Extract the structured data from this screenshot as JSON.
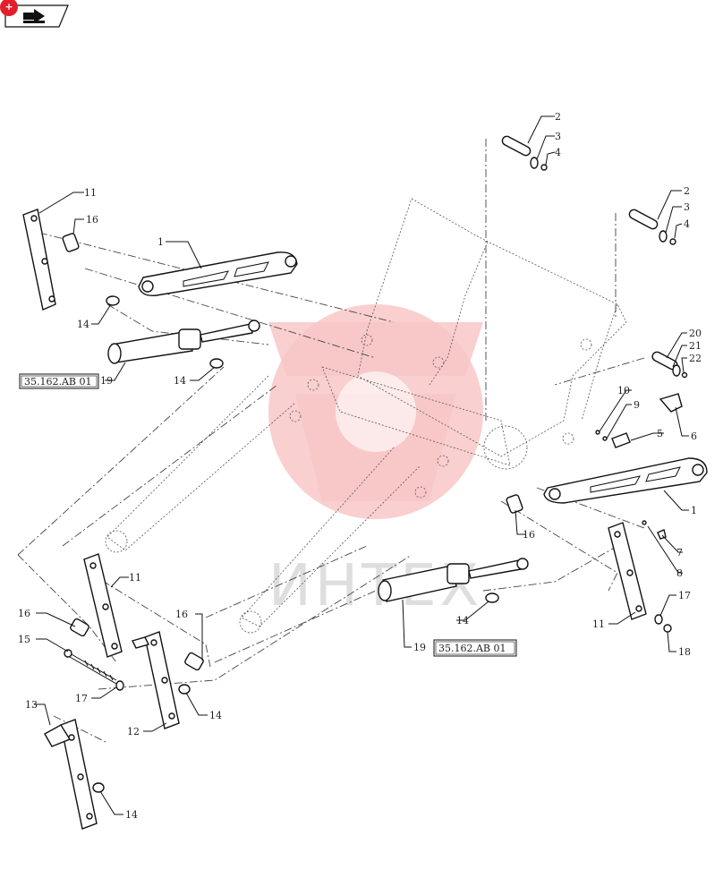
{
  "nav": {
    "badge": "+",
    "icon": "back-arrow-icon"
  },
  "watermark": {
    "text": "ИНТЕХ",
    "color": "#f8c7c7"
  },
  "references": {
    "left_ref": "35.162.AB 01",
    "right_ref": "35.162.AB 01"
  },
  "callouts": {
    "c1a": "1",
    "c1b": "1",
    "c2a": "2",
    "c2b": "2",
    "c3a": "3",
    "c3b": "3",
    "c4a": "4",
    "c4b": "4",
    "c5": "5",
    "c6": "6",
    "c7": "7",
    "c8": "8",
    "c9": "9",
    "c10": "10",
    "c11a": "11",
    "c11b": "11",
    "c11c": "11",
    "c12": "12",
    "c13": "13",
    "c14a": "14",
    "c14b": "14",
    "c14c": "14",
    "c14d": "14",
    "c14e": "14",
    "c15": "15",
    "c16a": "16",
    "c16b": "16",
    "c16c": "16",
    "c16d": "16",
    "c17a": "17",
    "c17b": "17",
    "c18": "18",
    "c19a": "19",
    "c19b": "19",
    "c20": "20",
    "c21": "21",
    "c22": "22"
  }
}
